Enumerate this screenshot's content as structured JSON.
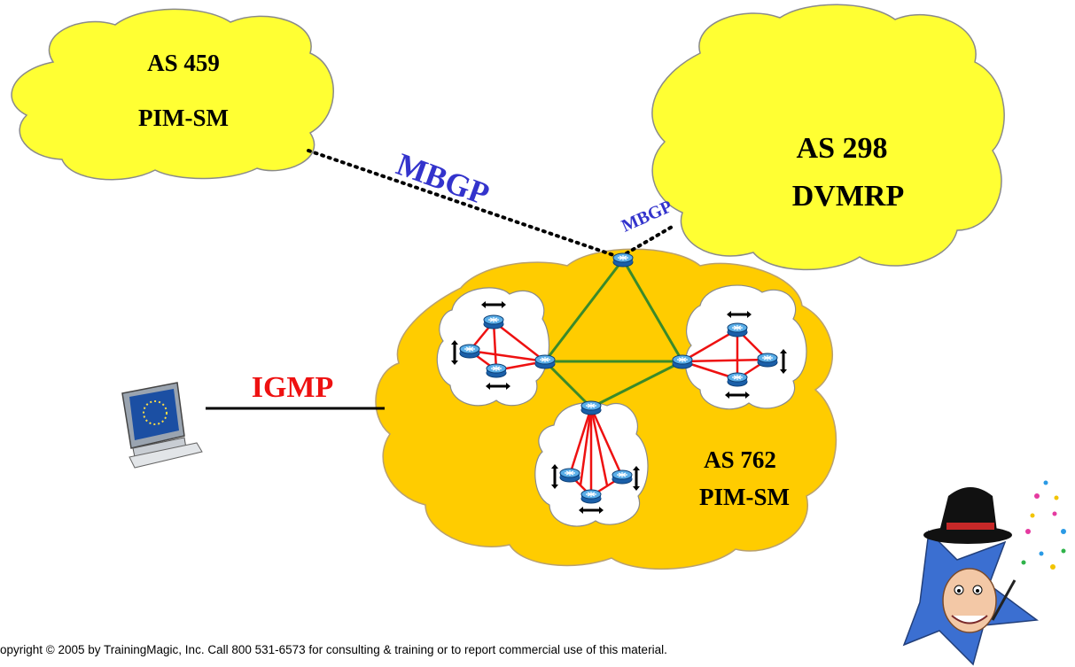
{
  "clouds": {
    "as459": {
      "line1": "AS 459",
      "line2": "PIM-SM",
      "fill": "#ffff33"
    },
    "as298": {
      "line1": "AS 298",
      "line2": "DVMRP",
      "fill": "#ffff33"
    },
    "as762": {
      "line1": "AS 762",
      "line2": "PIM-SM",
      "fill": "#ffcc00"
    }
  },
  "links": {
    "mbgp_main": "MBGP",
    "mbgp_small": "MBGP",
    "igmp": "IGMP"
  },
  "colors": {
    "mbgp_text": "#3333cc",
    "igmp_text": "#ee1111",
    "backbone_link": "#3a8a2a",
    "subnet_link": "#ee1111",
    "router": "#2a7fd4"
  },
  "icons": [
    "router-icon",
    "host-terminal-icon",
    "wizard-mascot-icon"
  ],
  "footer": {
    "copyright": "opyright  © 2005 by TrainingMagic, Inc.  Call 800 531-6573 for consulting & training or to report commercial use of this material."
  }
}
